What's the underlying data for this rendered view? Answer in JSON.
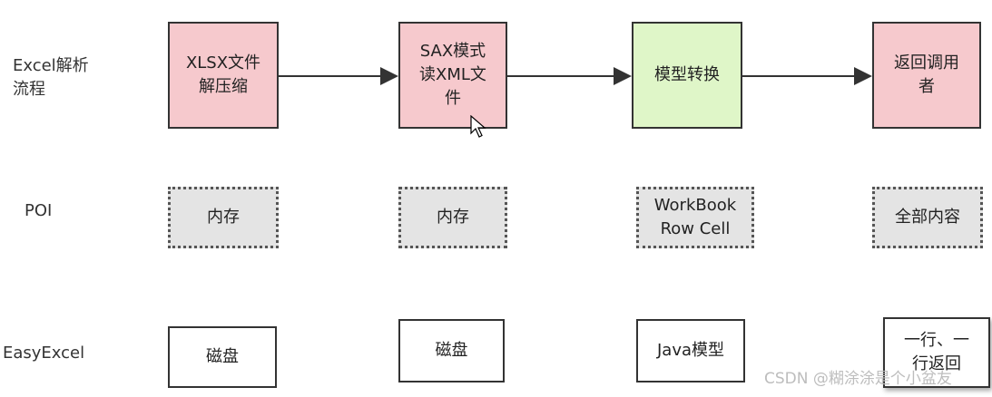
{
  "labels": {
    "excel_flow": "Excel解析\n流程",
    "poi": "POI",
    "easyexcel": "EasyExcel"
  },
  "flow": {
    "step1": "XLSX文件\n解压缩",
    "step2": "SAX模式\n读XML文\n件",
    "step3": "模型转换",
    "step4": "返回调用\n者"
  },
  "poi": {
    "col1": "内存",
    "col2": "内存",
    "col3": "WorkBook\nRow Cell",
    "col4": "全部内容"
  },
  "easyexcel": {
    "col1": "磁盘",
    "col2": "磁盘",
    "col3": "Java模型",
    "col4": "一行、一\n行返回"
  },
  "watermark": "CSDN @糊涂涂是个小盆友",
  "colors": {
    "flow_fill": "#f6c9cd",
    "convert_fill": "#dff6c8",
    "poi_fill": "#e4e4e4"
  },
  "icons": [
    "mouse-pointer-icon"
  ]
}
